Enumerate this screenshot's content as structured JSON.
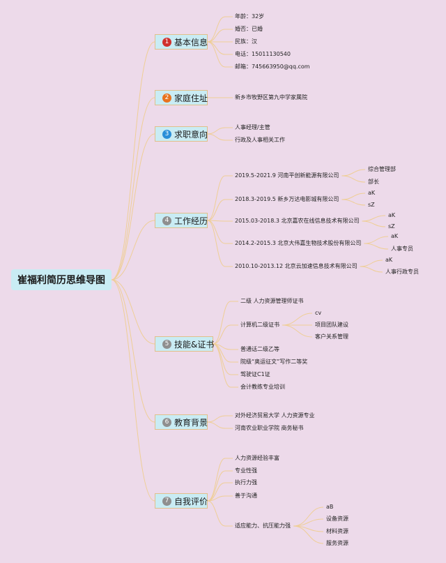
{
  "root": {
    "label": "崔福利简历思维导图"
  },
  "colors": {
    "background": "#eddaea",
    "node_fill": "#c9ecf4",
    "node_border": "#e1bf89",
    "connector": "#efce96",
    "badge_1": "#d0312d",
    "badge_2": "#e8731f",
    "badge_3": "#2a8fd8",
    "badge_gray": "#8f8f8f"
  },
  "branches": [
    {
      "num": "1",
      "label": "基本信息",
      "badge_color": "#d0312d",
      "items": [
        {
          "text": "年龄：32岁"
        },
        {
          "text": "婚否：已婚"
        },
        {
          "text": "民族：汉"
        },
        {
          "text": "电话：15011130540"
        },
        {
          "text": "邮箱：745663950@qq.com"
        }
      ]
    },
    {
      "num": "2",
      "label": "家庭住址",
      "badge_color": "#e8731f",
      "items": [
        {
          "text": "新乡市牧野区第九中学家属院"
        }
      ]
    },
    {
      "num": "3",
      "label": "求职意向",
      "badge_color": "#2a8fd8",
      "items": [
        {
          "text": "人事经理/主管"
        },
        {
          "text": "行政及人事相关工作"
        }
      ]
    },
    {
      "num": "4",
      "label": "工作经历",
      "badge_color": "#8f8f8f",
      "items": [
        {
          "text": "2019.5-2021.9 河南平创新能源有限公司",
          "children": [
            "综合管理部",
            "部长"
          ]
        },
        {
          "text": "2018.3-2019.5 新乡万达电影城有限公司",
          "children": [
            "aK",
            "sZ"
          ]
        },
        {
          "text": "2015.03-2018.3 北京嘉农在线信息技术有限公司",
          "children": [
            "aK",
            "sZ"
          ]
        },
        {
          "text": "2014.2-2015.3 北京大伟嘉生物技术股份有限公司",
          "children": [
            "aK",
            "人事专员"
          ]
        },
        {
          "text": "2010.10-2013.12 北京云加速信息技术有限公司",
          "children": [
            "aK",
            "人事行政专员"
          ]
        }
      ]
    },
    {
      "num": "5",
      "label": "技能&证书",
      "badge_color": "#8f8f8f",
      "items": [
        {
          "text": "二级 人力资源管理师证书"
        },
        {
          "text": "计算机二级证书",
          "children": [
            "cv",
            "项目团队建设",
            "客户关系管理"
          ]
        },
        {
          "text": "普通话二级乙等"
        },
        {
          "text": "院级“奥运征文”写作二等奖"
        },
        {
          "text": "驾驶证C1证"
        },
        {
          "text": "会计教练专业培训"
        }
      ]
    },
    {
      "num": "6",
      "label": "教育背景",
      "badge_color": "#8f8f8f",
      "items": [
        {
          "text": "对外经济贸易大学 人力资源专业"
        },
        {
          "text": "河南农业职业学院 商务秘书"
        }
      ]
    },
    {
      "num": "7",
      "label": "自我评价",
      "badge_color": "#8f8f8f",
      "items": [
        {
          "text": "人力资源经验丰富"
        },
        {
          "text": "专业性强"
        },
        {
          "text": "执行力强"
        },
        {
          "text": "善于沟通"
        },
        {
          "text": "适应能力、抗压能力强",
          "children": [
            "aB",
            "设备资源",
            "材料资源",
            "服务资源"
          ]
        }
      ]
    }
  ]
}
